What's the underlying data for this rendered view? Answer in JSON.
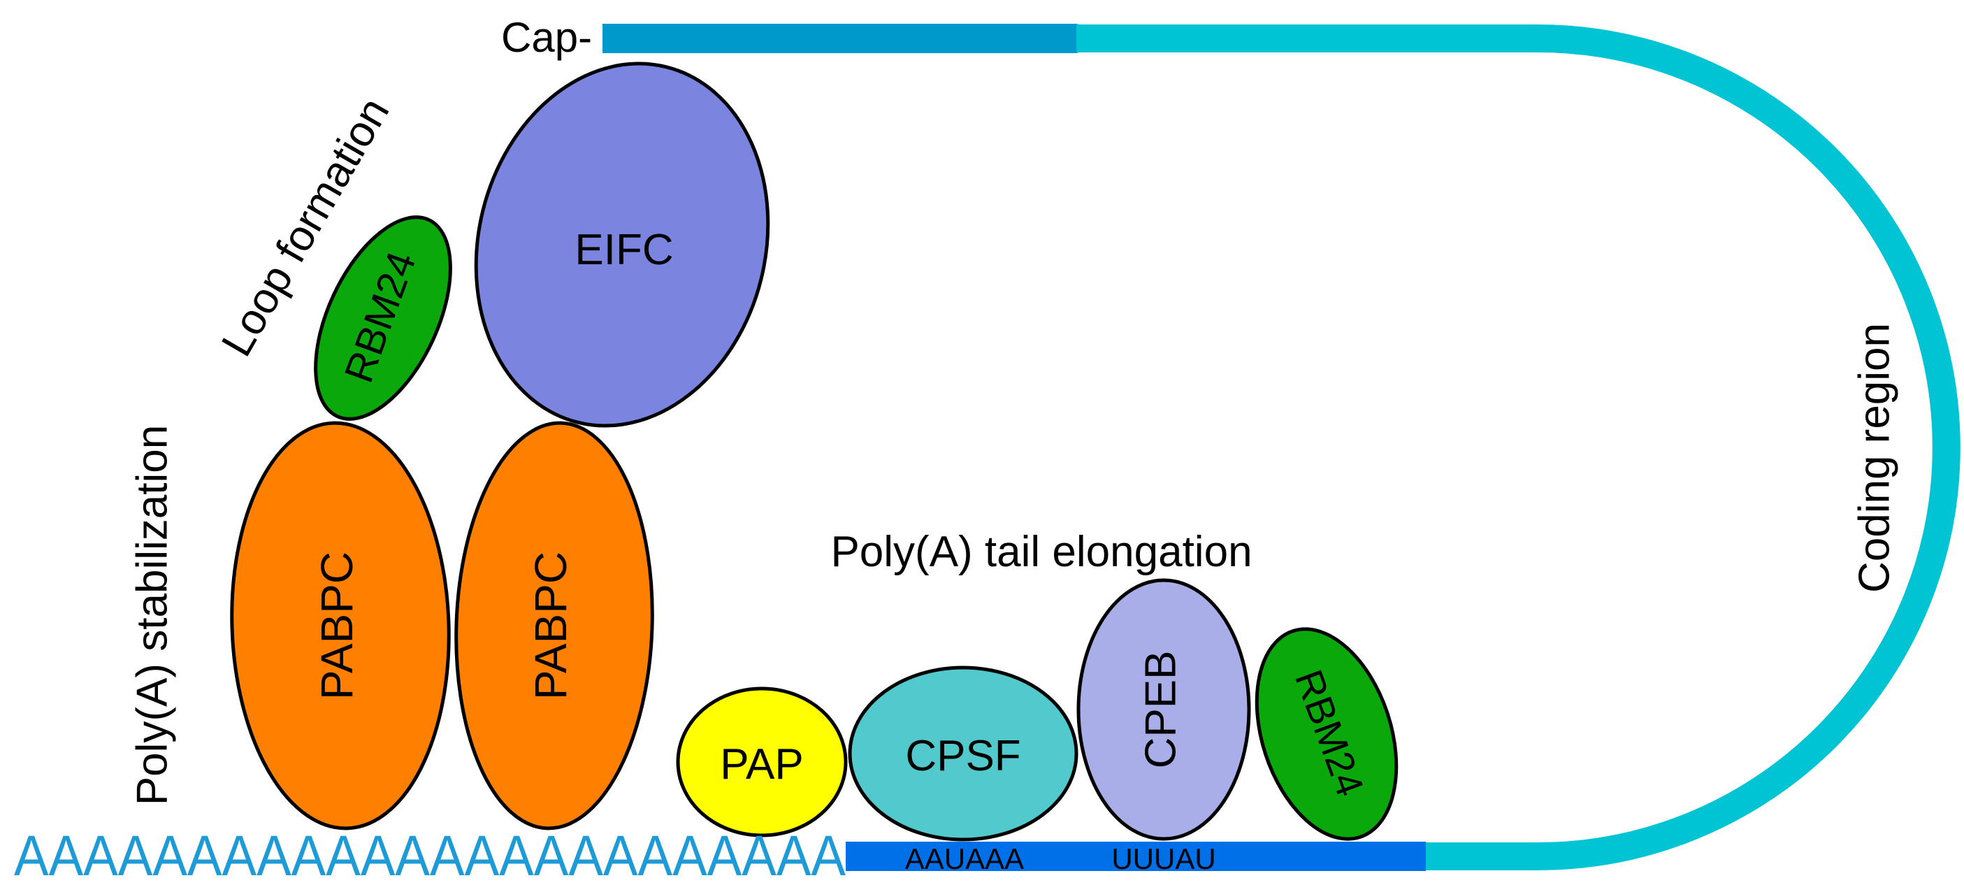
{
  "labels": {
    "cap": "Cap-",
    "loop_formation": "Loop formation",
    "polya_stabilization": "Poly(A) stabilization",
    "polya_tail_elongation": "Poly(A) tail elongation",
    "coding_region": "Coding region",
    "aauaaa": "AAUAAA",
    "uuuau": "UUUAU",
    "poly_a_tail": "AAAAAAAAAAAAAAAAAAAAAAAA"
  },
  "proteins": {
    "eifc": "EIFC",
    "rbm24_top": "RBM24",
    "pabpc_left": "PABPC",
    "pabpc_right": "PABPC",
    "pap": "PAP",
    "cpsf": "CPSF",
    "cpeb": "CPEB",
    "rbm24_bottom": "RBM24"
  },
  "colors": {
    "mrna_5prime": "#0099cc",
    "mrna_body": "#00c4d4",
    "mrna_3utr": "#0070e8",
    "poly_a": "#1e9bd6",
    "eifc": "#7b84df",
    "rbm24": "#0aa80a",
    "pabpc": "#ff8000",
    "pap": "#ffff00",
    "cpsf": "#52c9cc",
    "cpeb": "#aaaee8"
  }
}
